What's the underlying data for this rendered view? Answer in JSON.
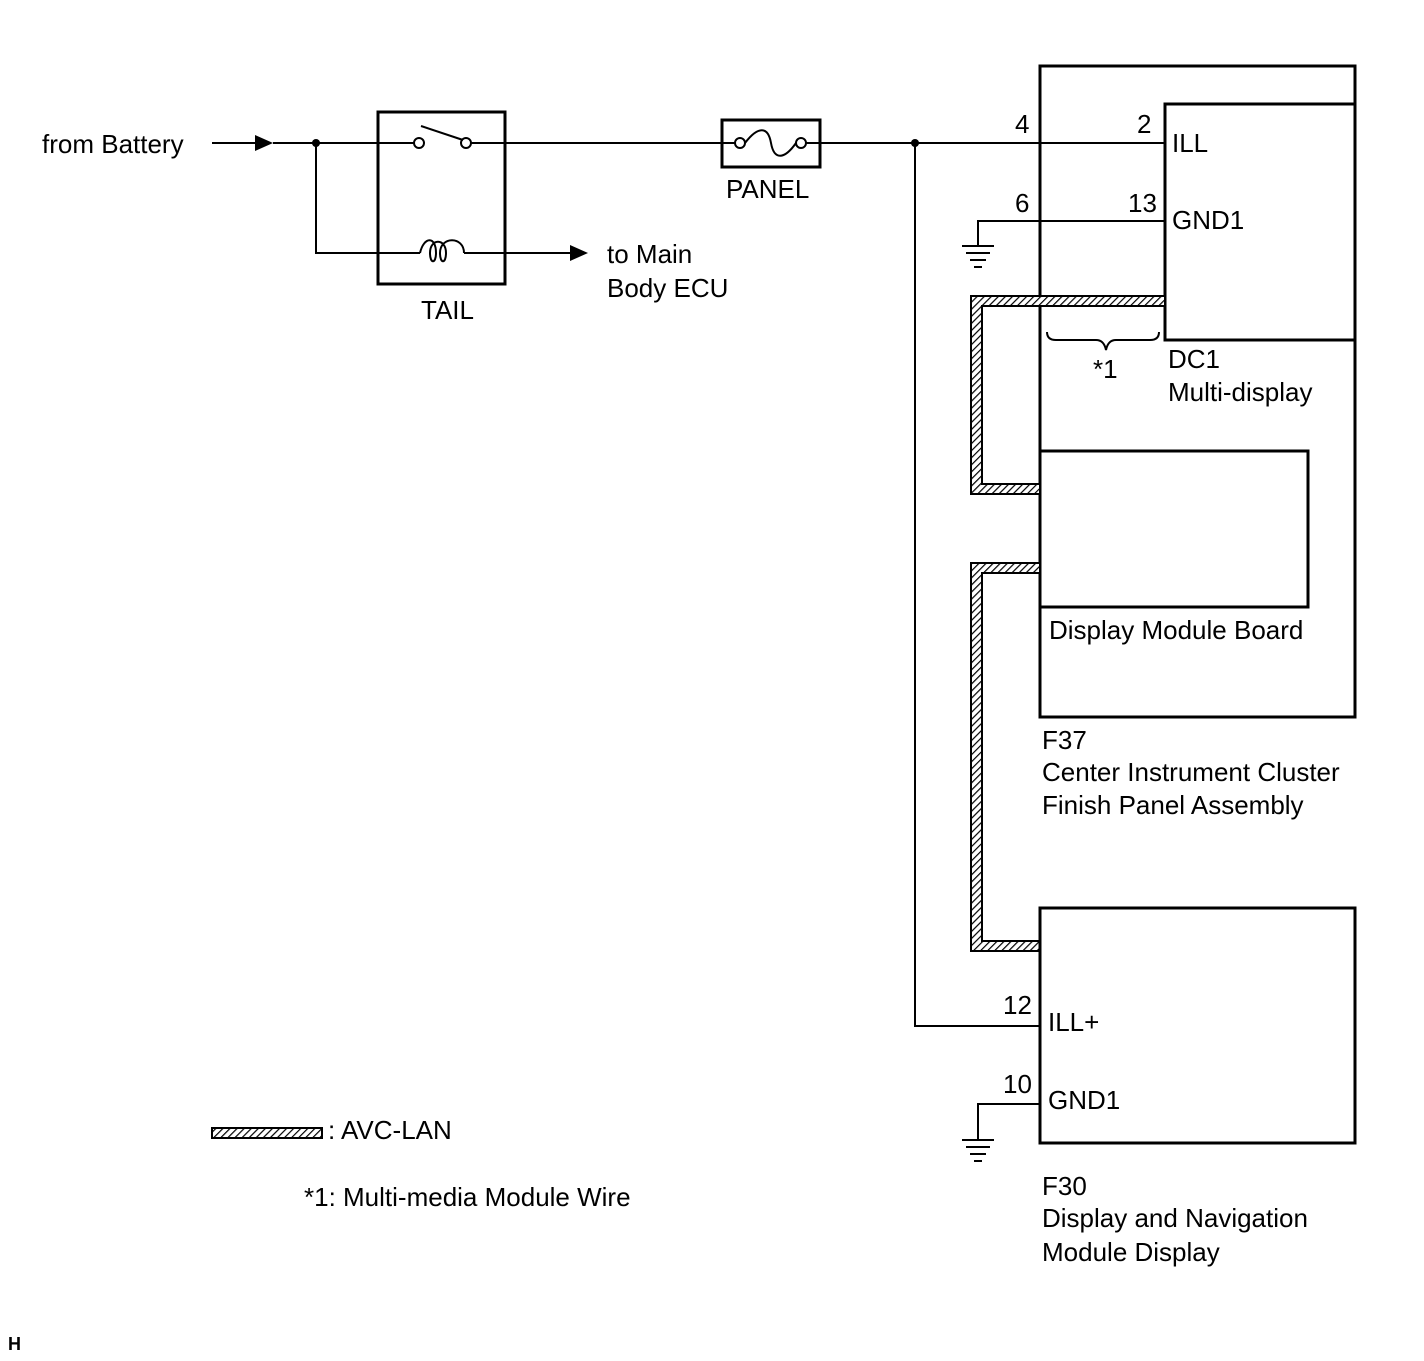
{
  "labels": {
    "from_battery": "from Battery",
    "to_main_line1": "to Main",
    "to_main_line2": "Body ECU",
    "tail": "TAIL",
    "panel": "PANEL",
    "pin_4": "4",
    "pin_6": "6",
    "pin_2": "2",
    "pin_13": "13",
    "ill": "ILL",
    "gnd1_dc1": "GND1",
    "star1": "*1",
    "dc1_code": "DC1",
    "dc1_name": "Multi-display",
    "display_module_board": "Display Module Board",
    "f37_code": "F37",
    "f37_name_line1": "Center Instrument Cluster",
    "f37_name_line2": "Finish Panel Assembly",
    "pin_12": "12",
    "pin_10": "10",
    "ill_plus": "ILL+",
    "gnd1_f30": "GND1",
    "f30_code": "F30",
    "f30_name_line1": "Display and Navigation",
    "f30_name_line2": "Module Display",
    "legend_avc_lan": ": AVC-LAN",
    "legend_star1": "*1: Multi-media Module Wire",
    "corner_mark": "H"
  }
}
